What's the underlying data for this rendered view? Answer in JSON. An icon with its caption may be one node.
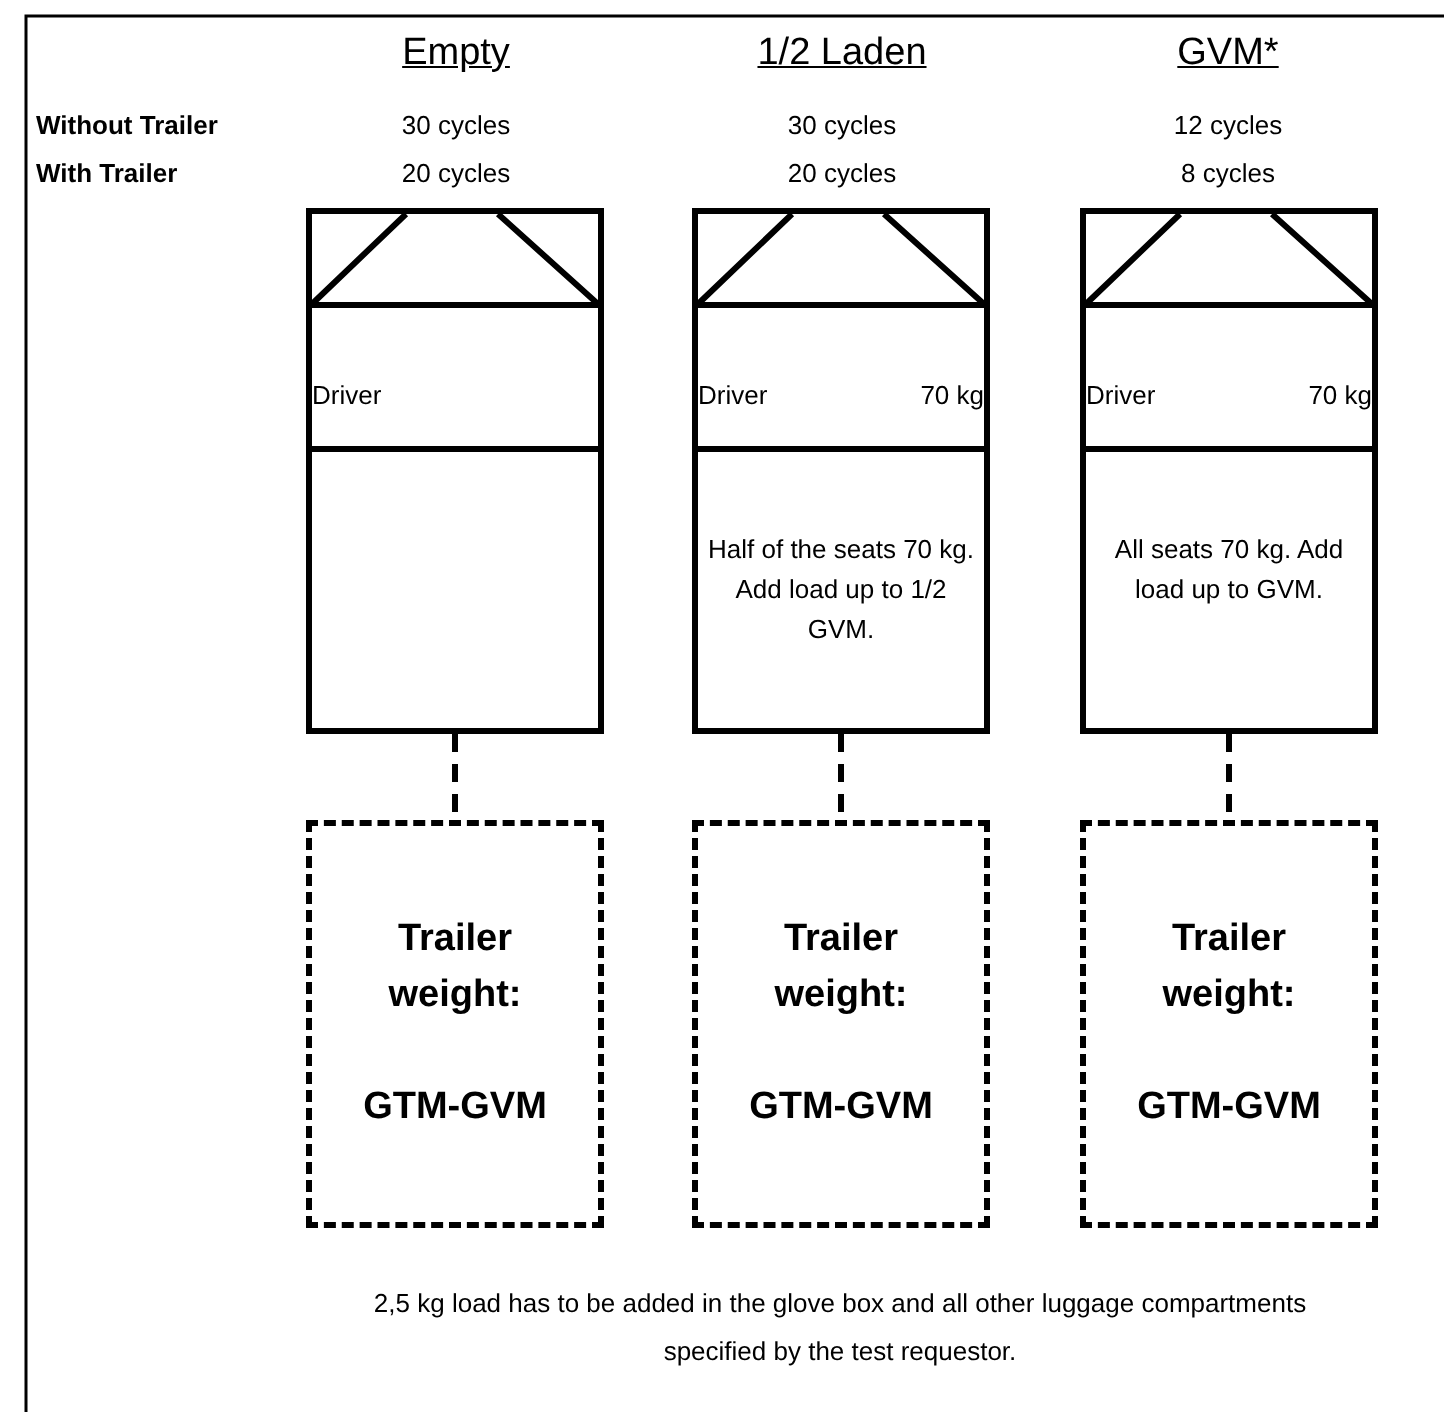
{
  "diagram": {
    "caption": "2,5 kg load has to be added in the glove box and all other luggage compartments specified by the test requestor.",
    "nodes": [
      {
        "text": [
          "Driver"
        ]
      },
      {
        "text": [
          "Driver",
          "70 kg",
          "Half of the seats 70 kg. Add load up to 1/2 GVM."
        ]
      },
      {
        "text": [
          "Driver",
          "70 kg",
          "All seats 70 kg. Add load up to GVM."
        ]
      },
      {
        "text": [
          "Trailer weight:",
          "GTM-GVM"
        ]
      },
      {
        "text": [
          "Trailer weight:",
          "GTM-GVM"
        ]
      },
      {
        "text": [
          "Trailer weight:",
          "GTM-GVM"
        ]
      }
    ],
    "edges": [
      {
        "from": 0,
        "to": 3,
        "arrow": "none",
        "style": "dashed"
      },
      {
        "from": 1,
        "to": 4,
        "arrow": "none",
        "style": "dashed"
      },
      {
        "from": 2,
        "to": 5,
        "arrow": "none",
        "style": "dashed"
      }
    ],
    "labels": [
      "Empty",
      "1/2 Laden",
      "GVM*",
      "Without Trailer",
      "30 cycles",
      "30 cycles",
      "12 cycles",
      "With Trailer",
      "20 cycles",
      "20 cycles",
      "8 cycles"
    ]
  }
}
